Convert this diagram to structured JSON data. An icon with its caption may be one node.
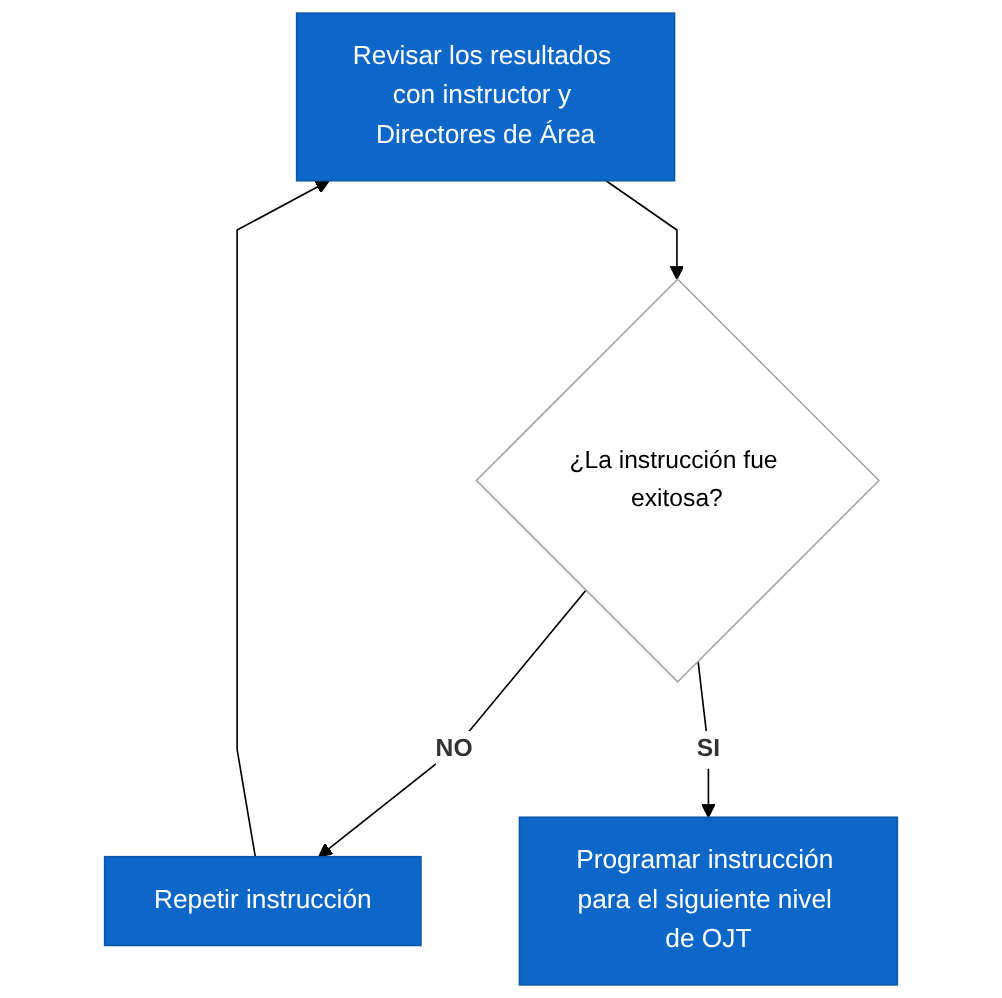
{
  "diagram": {
    "nodes": [
      {
        "text": [
          "Revisar los resultados con instructor y Directores de Área"
        ]
      },
      {
        "text": [
          "¿La instrucción fue exitosa?"
        ]
      },
      {
        "text": [
          "Repetir instrucción"
        ]
      },
      {
        "text": [
          "Programar instrucción para el siguiente nivel de OJT"
        ]
      }
    ],
    "edges": [
      {
        "from": 0,
        "to": 1,
        "arrow": "to"
      },
      {
        "from": 1,
        "to": 2,
        "arrow": "to",
        "label": "NO"
      },
      {
        "from": 2,
        "to": 0,
        "arrow": "to"
      },
      {
        "from": 1,
        "to": 3,
        "arrow": "to",
        "label": "SI"
      }
    ]
  }
}
